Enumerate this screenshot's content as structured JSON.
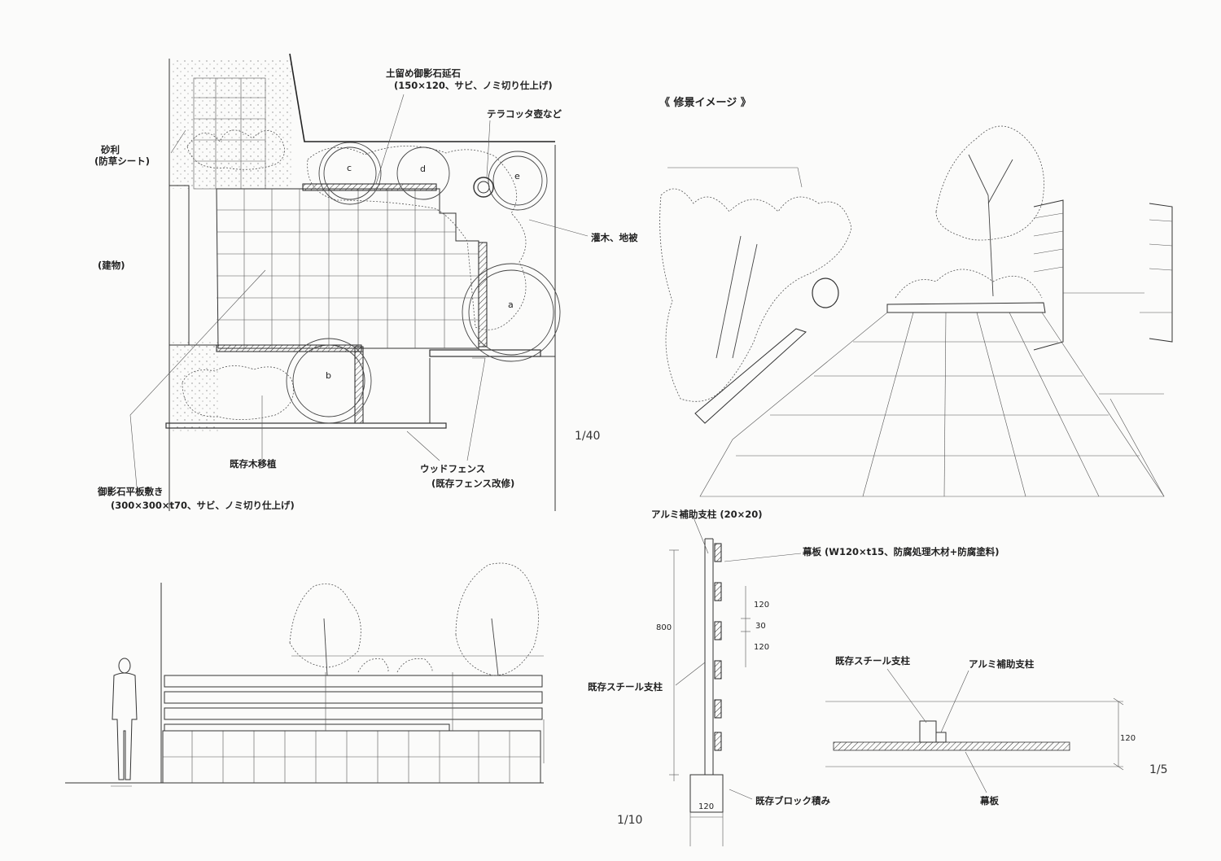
{
  "plan": {
    "gravel_label_1": "砂利",
    "gravel_label_2": "(防草シート)",
    "building_label": "(建物)",
    "retaining_stone_1": "土留め御影石延石",
    "retaining_stone_2": "(150×120、サビ、ノミ切り仕上げ)",
    "terracotta_label": "テラコッタ壺など",
    "shrub_label": "灌木、地被",
    "transplant_label": "既存木移植",
    "wood_fence_1": "ウッドフェンス",
    "wood_fence_2": "(既存フェンス改修)",
    "paving_1": "御影石平板敷き",
    "paving_2": "(300×300×t70、サビ、ノミ切り仕上げ)",
    "tree_tags": [
      "a",
      "b",
      "c",
      "d",
      "e"
    ],
    "scale": "1/40"
  },
  "perspective": {
    "title": "《 修景イメージ 》"
  },
  "section": {
    "aux_post_label": "アルミ補助支柱 (20×20)",
    "board_label": "幕板 (W120×t15、防腐処理木材+防腐塗料)",
    "steel_post_label": "既存スチール支柱",
    "block_label": "既存ブロック積み",
    "dim_800": "800",
    "dim_120a": "120",
    "dim_30": "30",
    "dim_120b": "120",
    "dim_base": "120",
    "scale": "1/10"
  },
  "detail": {
    "steel_post_label": "既存スチール支柱",
    "aux_post_label": "アルミ補助支柱",
    "dim_120": "120",
    "board_label": "幕板",
    "scale": "1/5"
  }
}
